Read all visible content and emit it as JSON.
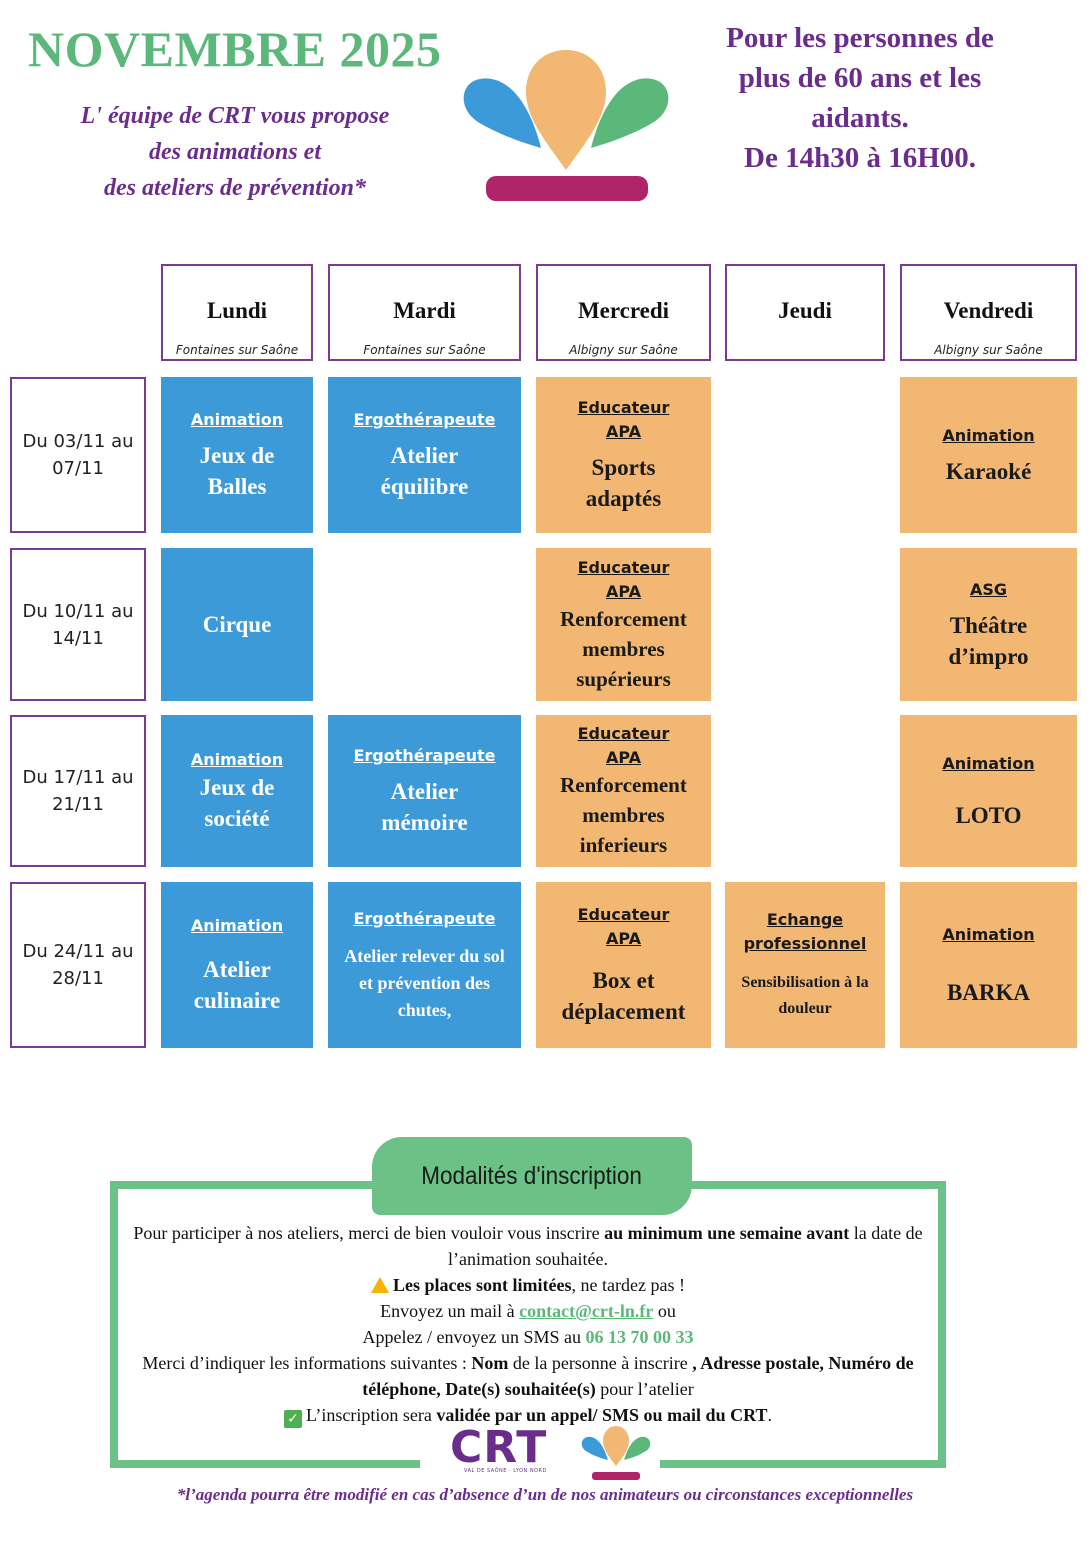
{
  "header": {
    "title": "NOVEMBRE 2025",
    "subtitle_lines": [
      "L' équipe de CRT vous propose",
      "des animations et",
      "des ateliers de prévention*"
    ],
    "audience_lines": [
      "Pour les personnes de",
      "plus de 60 ans et les",
      "aidants.",
      "De 14h30 à 16H00."
    ]
  },
  "days": [
    {
      "name": "Lundi",
      "place": "Fontaines sur Saône"
    },
    {
      "name": "Mardi",
      "place": "Fontaines sur Saône"
    },
    {
      "name": "Mercredi",
      "place": "Albigny sur Saône"
    },
    {
      "name": "Jeudi",
      "place": ""
    },
    {
      "name": "Vendredi",
      "place": "Albigny sur Saône"
    }
  ],
  "weeks": [
    {
      "label": "Du 03/11 au 07/11",
      "cells": [
        {
          "label": "Animation",
          "activity": "Jeux de Balles"
        },
        {
          "label": "Ergothérapeute",
          "activity": "Atelier équilibre"
        },
        {
          "label": "Educateur APA",
          "activity": "Sports adaptés"
        },
        null,
        {
          "label": "Animation",
          "activity": "Karaoké"
        }
      ]
    },
    {
      "label": "Du 10/11 au 14/11",
      "cells": [
        {
          "label": "",
          "activity": "Cirque"
        },
        null,
        {
          "label": "Educateur APA",
          "activity": "Renforcement membres supérieurs"
        },
        null,
        {
          "label": "ASG",
          "activity": "Théâtre d’impro"
        }
      ]
    },
    {
      "label": "Du 17/11 au 21/11",
      "cells": [
        {
          "label": "Animation",
          "activity": "Jeux de société"
        },
        {
          "label": "Ergothérapeute",
          "activity": "Atelier mémoire"
        },
        {
          "label": "Educateur APA",
          "activity": "Renforcement membres inferieurs"
        },
        null,
        {
          "label": "Animation",
          "activity": "LOTO"
        }
      ]
    },
    {
      "label": "Du 24/11 au 28/11",
      "cells": [
        {
          "label": "Animation",
          "activity": "Atelier culinaire"
        },
        {
          "label": "Ergothérapeute",
          "activity": "Atelier relever du sol et prévention des chutes,"
        },
        {
          "label": "Educateur APA",
          "activity": "Box et déplacement"
        },
        {
          "label": "Echange professionnel",
          "activity": "Sensibilisation à la douleur"
        },
        {
          "label": "Animation",
          "activity": "BARKA"
        }
      ]
    }
  ],
  "registration": {
    "title": "Modalités d'inscription",
    "line1_a": "Pour participer à nos ateliers, merci de bien vouloir vous inscrire ",
    "line1_b": "au minimum une semaine avant",
    "line1_c": " la date de l’animation souhaitée.",
    "limited_b": "Les places sont limitées",
    "limited_c": ", ne tardez pas !",
    "mail_a": "Envoyez un mail à ",
    "mail_link": "contact@crt-ln.fr",
    "mail_c": " ou",
    "phone_a": "Appelez / envoyez un SMS au ",
    "phone": "06 13 70 00 33",
    "info_a": "Merci d’indiquer les informations suivantes : ",
    "info_nom": "Nom",
    "info_b": " de la personne à inscrire ",
    "info_c": ", Adresse postale, Numéro de téléphone, Date(s) souhaitée(s)",
    "info_d": " pour l’atelier",
    "valid_a": "L’inscription sera ",
    "valid_b": "validée par un appel/ SMS ou mail du CRT",
    "valid_c": "."
  },
  "logo": {
    "name": "CRT",
    "tagline": "VAL DE SAÔNE · LYON NORD"
  },
  "footnote": "*l’agenda pourra être modifié en cas d’absence d’un de nos animateurs ou circonstances exceptionnelles",
  "colors": {
    "green": "#5cb87a",
    "purple": "#6b2d8c",
    "blue": "#3d9ad9",
    "orange": "#f2b773",
    "magenta": "#b0246a"
  }
}
